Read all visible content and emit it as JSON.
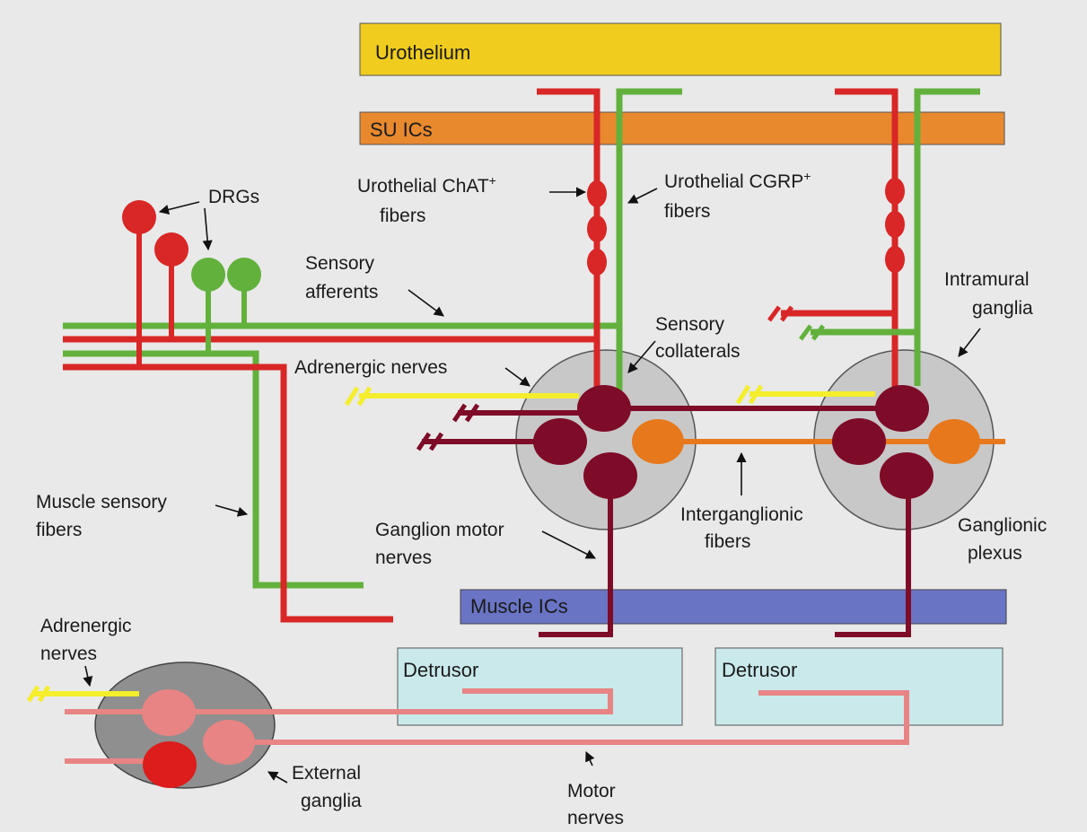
{
  "bands": {
    "urothelium": "Urothelium",
    "su_ics": "SU ICs",
    "muscle_ics": "Muscle ICs",
    "detrusor_left": "Detrusor",
    "detrusor_right": "Detrusor"
  },
  "labels": {
    "drgs": "DRGs",
    "urothelial_chat_1": "Urothelial ChAT",
    "urothelial_chat_sup": "+",
    "urothelial_chat_2": "fibers",
    "urothelial_cgrp_1": "Urothelial CGRP",
    "urothelial_cgrp_sup": "+",
    "urothelial_cgrp_2": "fibers",
    "sensory_afferents_1": "Sensory",
    "sensory_afferents_2": "afferents",
    "sensory_collaterals_1": "Sensory",
    "sensory_collaterals_2": "collaterals",
    "intramural_ganglia_1": "Intramural",
    "intramural_ganglia_2": "ganglia",
    "adrenergic_nerves_main": "Adrenergic nerves",
    "muscle_sensory_1": "Muscle sensory",
    "muscle_sensory_2": "fibers",
    "ganglion_motor_1": "Ganglion motor",
    "ganglion_motor_2": "nerves",
    "interganglionic_1": "Interganglionic",
    "interganglionic_2": "fibers",
    "ganglionic_plexus_1": "Ganglionic",
    "ganglionic_plexus_2": "plexus",
    "adrenergic_ext_1": "Adrenergic",
    "adrenergic_ext_2": "nerves",
    "external_ganglia_1": "External",
    "external_ganglia_2": "ganglia",
    "motor_nerves_1": "Motor",
    "motor_nerves_2": "nerves"
  },
  "colors": {
    "background": "#e9e9e9",
    "urothelium": "#f0cc1e",
    "su_ics": "#e8892e",
    "muscle_ics": "#6a74c4",
    "detrusor": "#c9e9eb",
    "red": "#d92626",
    "green": "#62b13c",
    "maroon": "#7e0b27",
    "orange": "#e7781b",
    "yellow": "#f4ee2c",
    "pink": "#e88484",
    "ganglion_fill": "#c8c8c8",
    "external_ganglion_fill": "#8f8f8f"
  }
}
